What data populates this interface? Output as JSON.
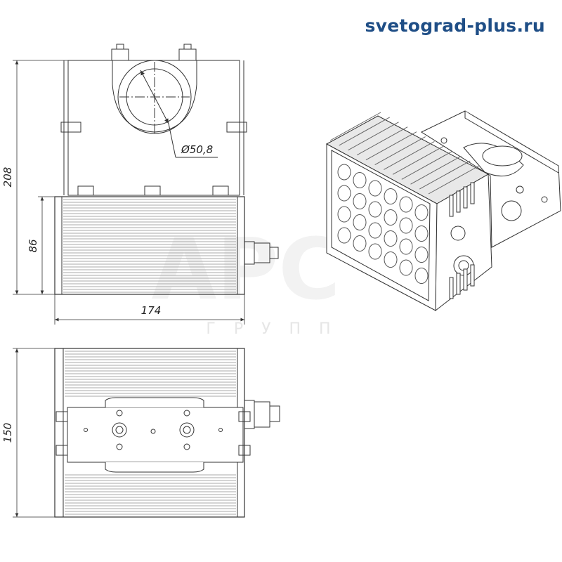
{
  "site_url": "svetograd-plus.ru",
  "watermark": {
    "brand": "АРС",
    "sub": "ГРУПП"
  },
  "dimensions": {
    "overall_height": "208",
    "body_height": "86",
    "width": "174",
    "pipe_diameter": "Ø50,8",
    "depth": "150"
  },
  "colors": {
    "url": "#1f4e86",
    "line": "#333333",
    "fin": "#b0b0b0",
    "watermark": "#f2f2f2"
  }
}
